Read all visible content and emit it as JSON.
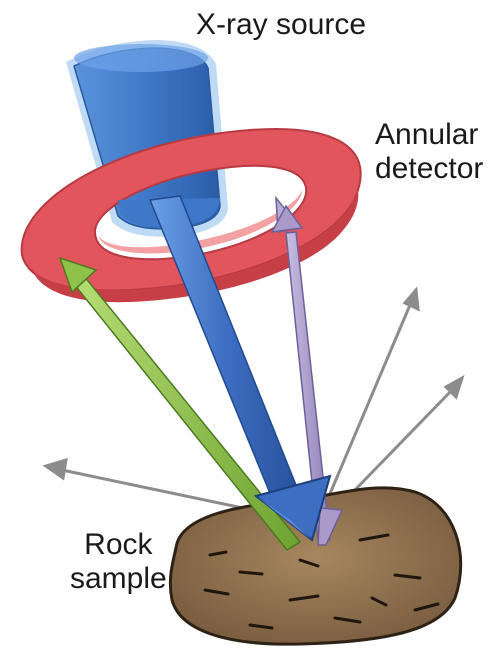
{
  "labels": {
    "xray_source": "X-ray source",
    "annular_detector": [
      "Annular",
      "detector"
    ],
    "rock_sample": [
      "Rock",
      "sample"
    ]
  },
  "colors": {
    "source_body": "#3f78c8",
    "source_glow": "#a9cdf2",
    "detector_ring": "#e2555c",
    "detector_ring_light": "#f08a8c",
    "incident_beam": "#3d6ec2",
    "fluorescence_green": "#8fc24a",
    "fluorescence_violet": "#a99ac9",
    "scatter_gray": "#8c8c8c",
    "rock_fill": "#8a6d4e",
    "rock_outline": "#2e2216"
  }
}
